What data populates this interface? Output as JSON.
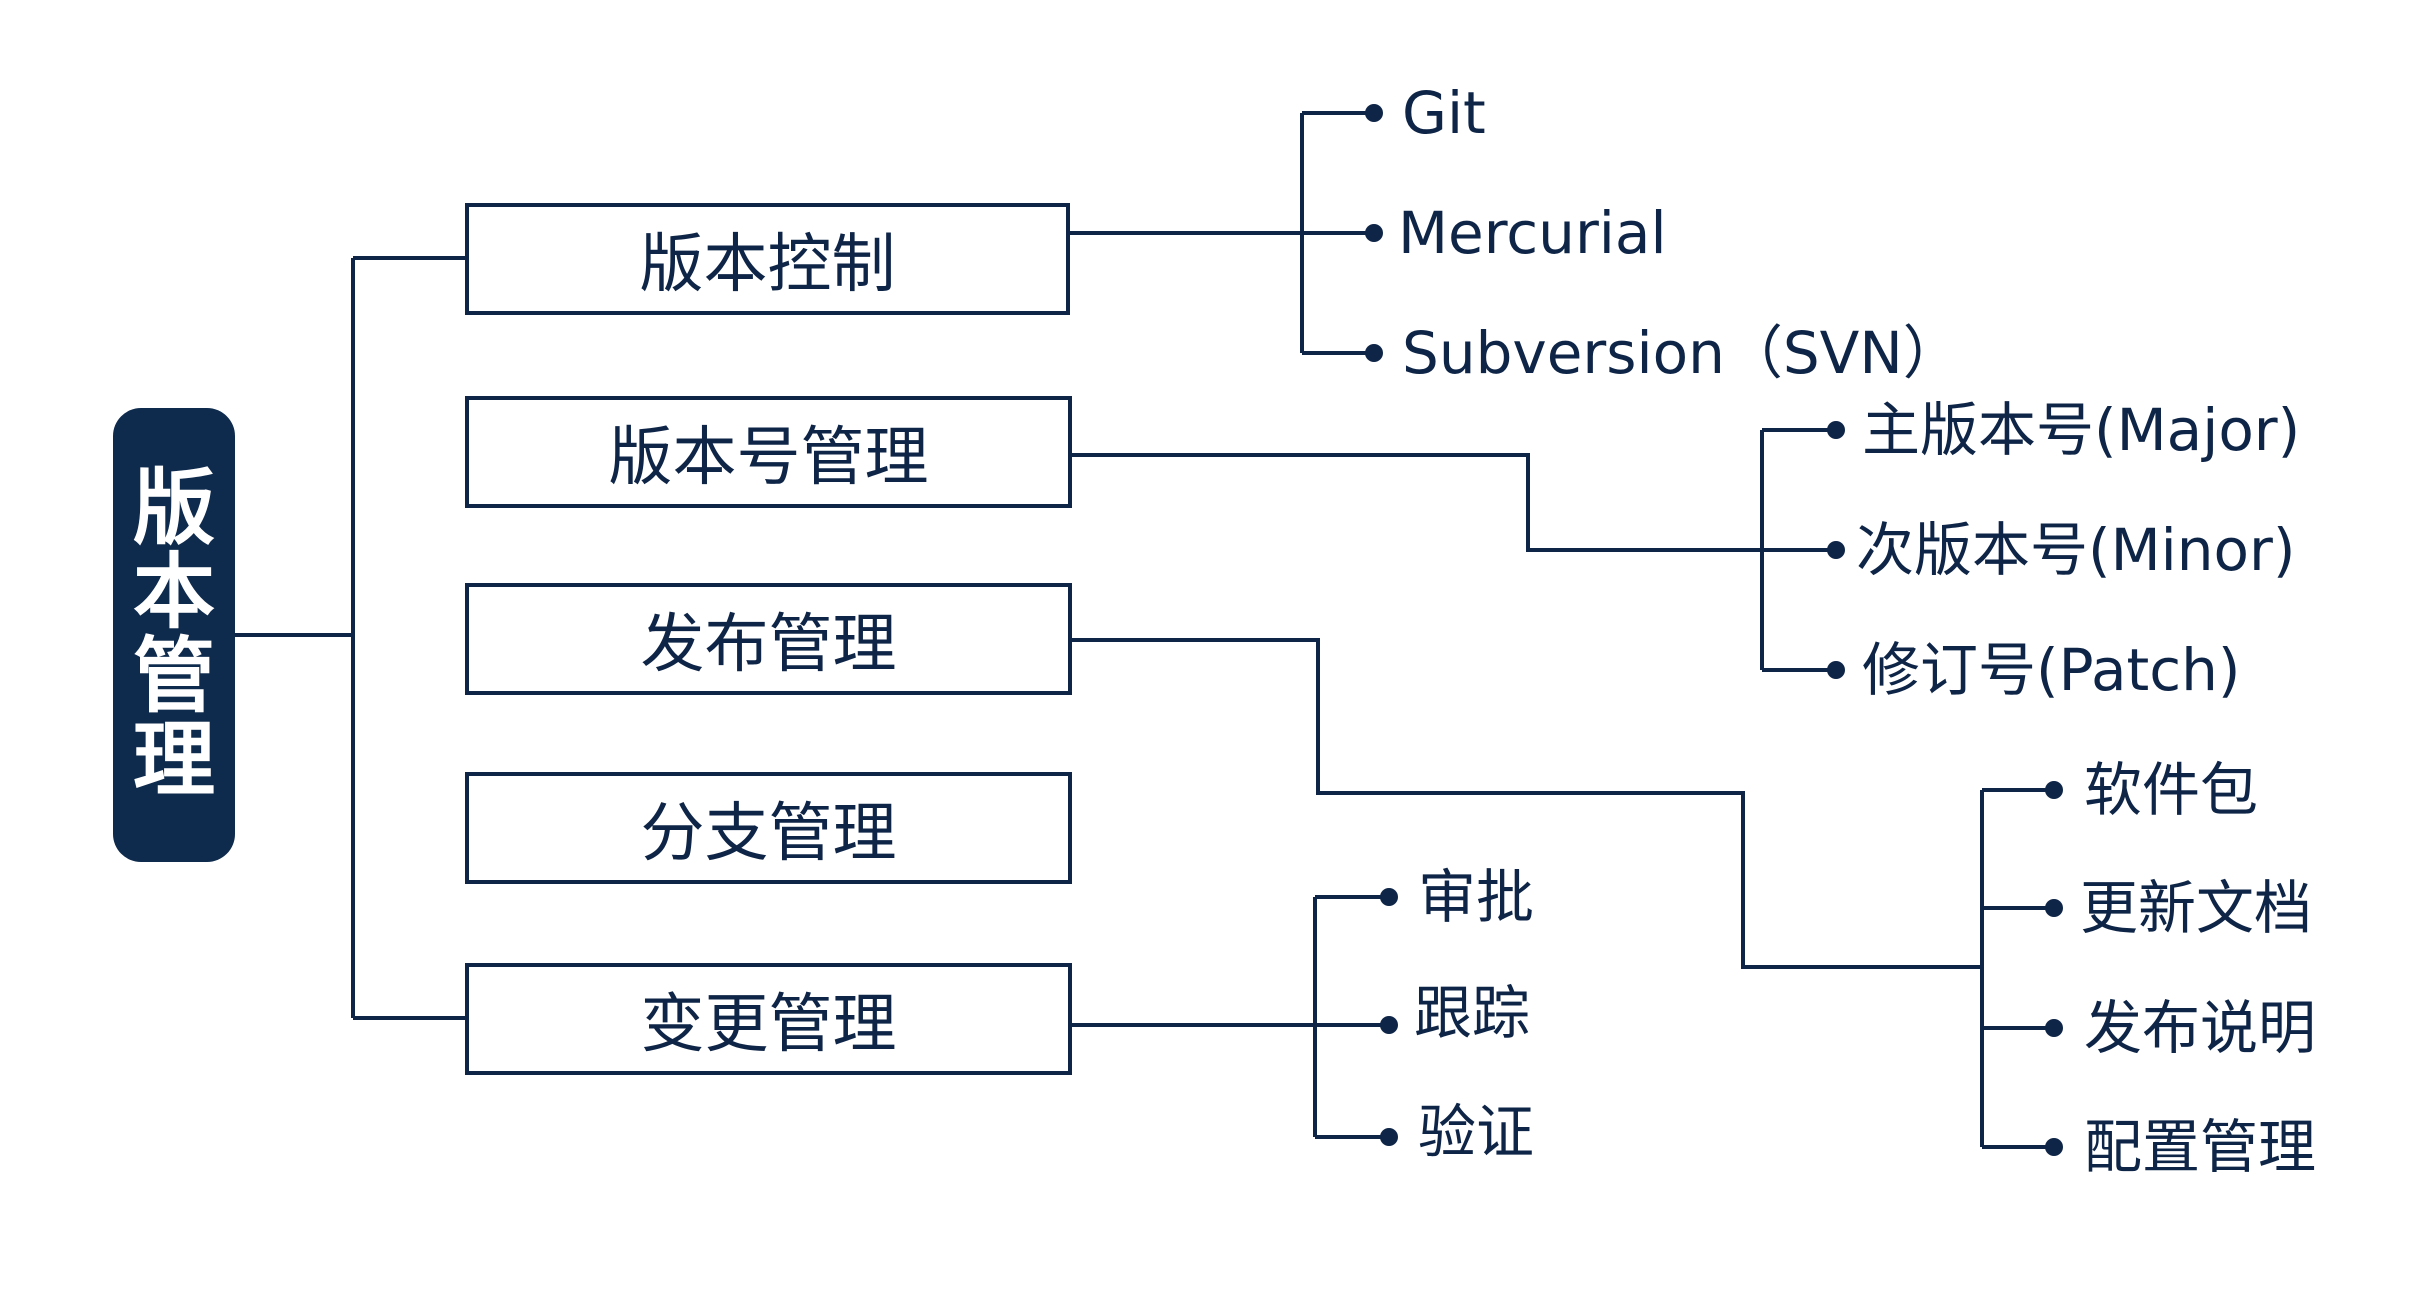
{
  "root": {
    "label": "版本管理"
  },
  "branches": [
    {
      "label": "版本控制",
      "children": [
        "Git",
        "Mercurial",
        "Subversion（SVN）"
      ]
    },
    {
      "label": "版本号管理",
      "children": [
        "主版本号(Major)",
        "次版本号(Minor)",
        "修订号(Patch)"
      ]
    },
    {
      "label": "发布管理",
      "children": [
        "软件包",
        "更新文档",
        "发布说明",
        "配置管理"
      ]
    },
    {
      "label": "分支管理",
      "children": []
    },
    {
      "label": "变更管理",
      "children": [
        "审批",
        "跟踪",
        "验证"
      ]
    }
  ],
  "colors": {
    "line": "#0e2547",
    "root_fill": "#0e2a4d",
    "root_text": "#ffffff",
    "box_fill": "#ffffff"
  }
}
